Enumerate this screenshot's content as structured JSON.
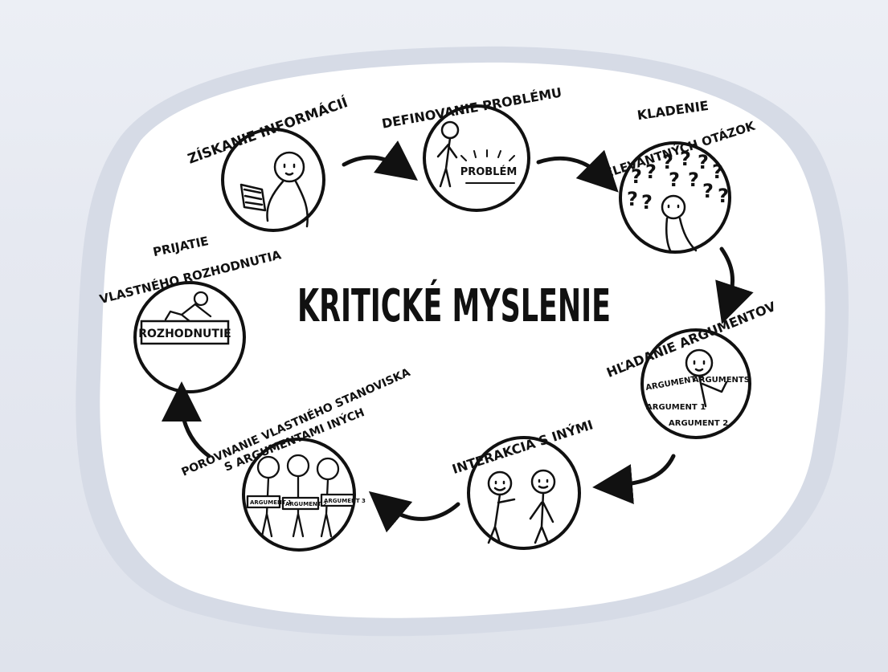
{
  "title": "KRITICKÉ MYSLENIE",
  "steps": [
    {
      "label": "ZÍSKANIE INFORMÁCIÍ"
    },
    {
      "label": "DEFINOVANIE PROBLÉMU",
      "inner_label": "PROBLÉM"
    },
    {
      "label_line1": "KLADENIE",
      "label_line2": "RELEVANTNÝCH OTÁZOK"
    },
    {
      "label": "HĽADANIE ARGUMENTOV",
      "items": [
        "ARGUMENTS",
        "ARGUMENT 3",
        "ARGUMENT 1",
        "ARGUMENT 2"
      ]
    },
    {
      "label": "INTERAKCIA S INÝMI"
    },
    {
      "label_line1": "POROVNANIE VLASTNÉHO STANOVISKA",
      "label_line2": "S ARGUMENTAMI INÝCH",
      "items": [
        "ARGUMENT 1",
        "ARGUMENT 2",
        "ARGUMENT 3"
      ]
    },
    {
      "label_line1": "PRIJATIE",
      "label_line2": "VLASTNÉHO ROZHODNUTIA",
      "inner_label": "ROZHODNUTIE"
    }
  ]
}
